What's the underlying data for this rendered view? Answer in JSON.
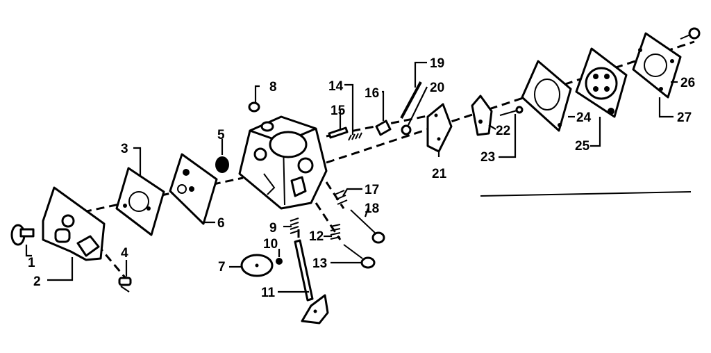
{
  "parts": [
    {
      "id": "1",
      "text": "1"
    },
    {
      "id": "2",
      "text": "2"
    },
    {
      "id": "3",
      "text": "3"
    },
    {
      "id": "4",
      "text": "4"
    },
    {
      "id": "5",
      "text": "5"
    },
    {
      "id": "6",
      "text": "6"
    },
    {
      "id": "7",
      "text": "7"
    },
    {
      "id": "8",
      "text": "8"
    },
    {
      "id": "9",
      "text": "9"
    },
    {
      "id": "10",
      "text": "10"
    },
    {
      "id": "11",
      "text": "11"
    },
    {
      "id": "12",
      "text": "12"
    },
    {
      "id": "13",
      "text": "13"
    },
    {
      "id": "14",
      "text": "14"
    },
    {
      "id": "15",
      "text": "15"
    },
    {
      "id": "16",
      "text": "16"
    },
    {
      "id": "17",
      "text": "17"
    },
    {
      "id": "18",
      "text": "18"
    },
    {
      "id": "19",
      "text": "19"
    },
    {
      "id": "20",
      "text": "20"
    },
    {
      "id": "21",
      "text": "21"
    },
    {
      "id": "22",
      "text": "22"
    },
    {
      "id": "23",
      "text": "23"
    },
    {
      "id": "24",
      "text": "24"
    },
    {
      "id": "25",
      "text": "25"
    },
    {
      "id": "26",
      "text": "26"
    },
    {
      "id": "27",
      "text": "27"
    }
  ]
}
